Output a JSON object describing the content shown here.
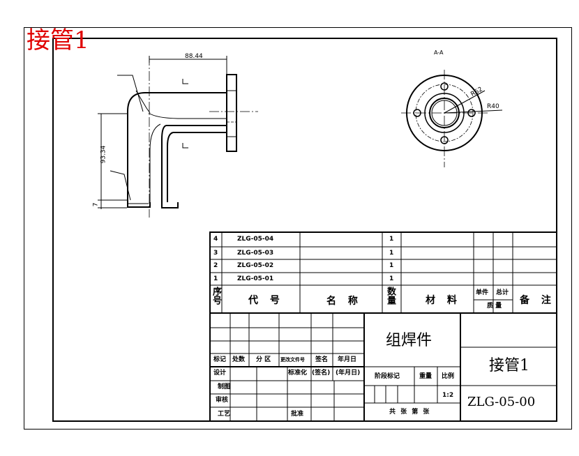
{
  "header": {
    "title": "接管1"
  },
  "views": {
    "front_dim_top": "88.44",
    "front_dim_left": "93.34",
    "front_dim_bottom": "7",
    "section_label": "A-A",
    "radius_inner": "R52",
    "radius_outer": "R40"
  },
  "parts_list": {
    "rows": [
      {
        "no": "4",
        "code": "ZLG-05-04",
        "qty": "1"
      },
      {
        "no": "3",
        "code": "ZLG-05-03",
        "qty": "1"
      },
      {
        "no": "2",
        "code": "ZLG-05-02",
        "qty": "1"
      },
      {
        "no": "1",
        "code": "ZLG-05-01",
        "qty": "1"
      }
    ],
    "headers": {
      "no": "序号",
      "code": "代 号",
      "name": "名 称",
      "qty": "数量",
      "material": "材 料",
      "unit": "单件",
      "total": "总计",
      "weight": "质 量",
      "note": "备 注"
    }
  },
  "title_block": {
    "assembly": "组焊件",
    "part_name": "接管1",
    "drawing_no": "ZLG-05-00",
    "labels": {
      "mark": "标记",
      "count": "处数",
      "zone": "分 区",
      "change_doc": "更改文件号",
      "signature": "签名",
      "date": "年月日",
      "design": "设计",
      "standardize": "标准化",
      "sign2": "(签名)",
      "date2": "(年月日)",
      "drawing": "制图",
      "review": "审核",
      "process": "工艺",
      "approve": "批准",
      "stage": "阶段标记",
      "weight": "重量",
      "scale": "比例",
      "scale_value": "1:2",
      "sheets": "共 张  第 张"
    }
  }
}
